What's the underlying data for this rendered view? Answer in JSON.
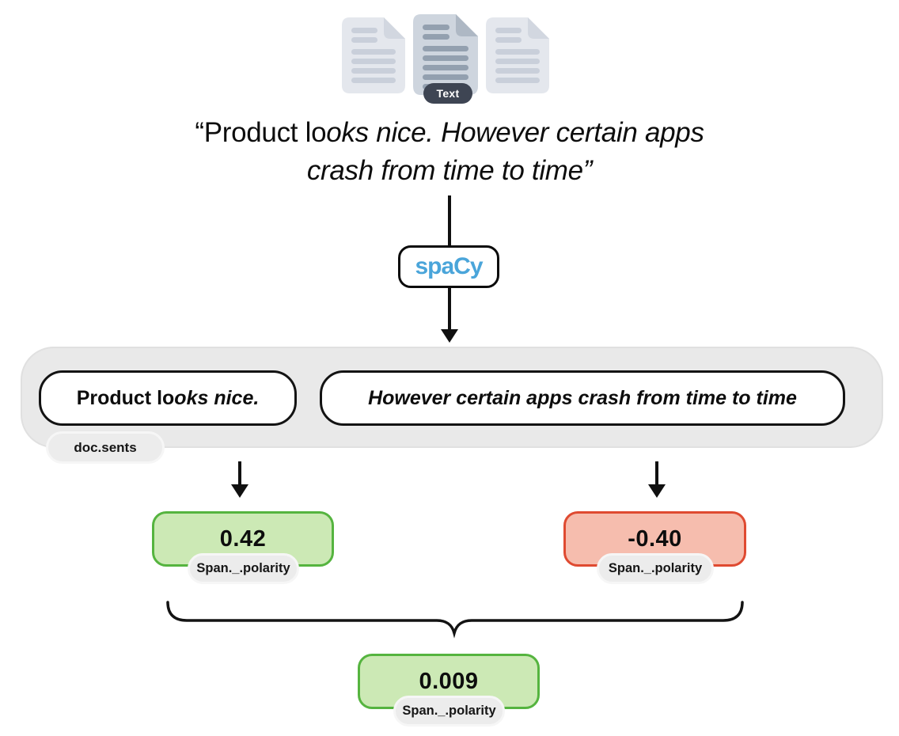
{
  "colors": {
    "spacy_blue": "#4aa5da",
    "positive_fill": "#cce9b5",
    "positive_border": "#55b43f",
    "negative_fill": "#f6bdae",
    "negative_border": "#df4a31",
    "container_gray": "#e9e9e9",
    "pill_gray": "#ececec",
    "badge_dark": "#3e4553"
  },
  "documents": {
    "badge_label": "Text"
  },
  "quote": {
    "part1_regular": "“Product lo",
    "part2_italic": "oks nice. However certain apps",
    "part3_italic": "crash from time to time”"
  },
  "pipeline": {
    "logo_text": "spaCy"
  },
  "doc_sents": {
    "label": "doc.sents",
    "sentence1_regular": "Product lo",
    "sentence1_italic": "oks nice.",
    "sentence2_italic": "However certain apps crash from time to time"
  },
  "polarity": {
    "sentence1_score": "0.42",
    "sentence1_label": "Span._.polarity",
    "sentence2_score": "-0.40",
    "sentence2_label": "Span._.polarity",
    "doc_score": "0.009",
    "doc_label": "Span._.polarity"
  }
}
